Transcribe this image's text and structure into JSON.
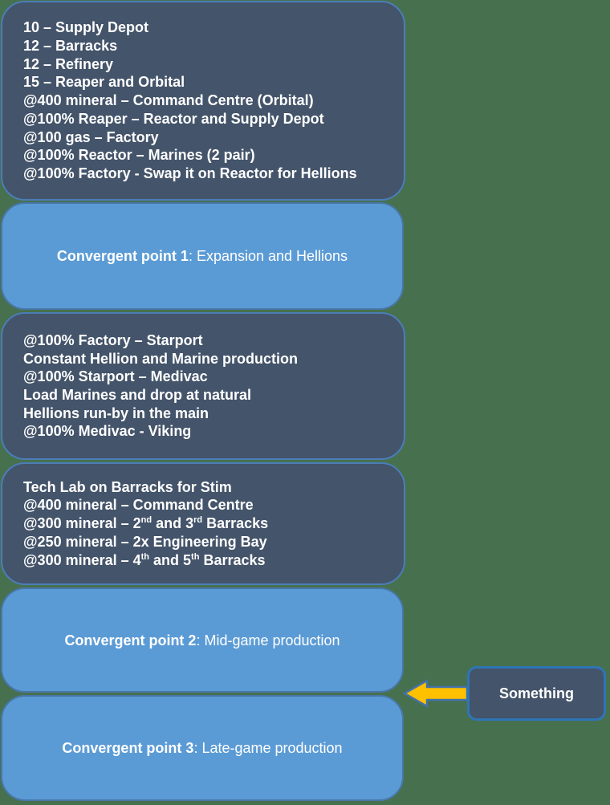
{
  "colors": {
    "background": "#47704F",
    "dark_box_fill": "#44546A",
    "dark_box_border": "#4B7DB8",
    "light_box_fill": "#5B9BD5",
    "light_box_border": "#4877AB",
    "text": "#FFFFFF",
    "arrow_fill": "#FFC000",
    "arrow_outline": "#4472A8",
    "annotation_border": "#2E75B6"
  },
  "boxes": [
    {
      "id": "build-order-opening",
      "type": "dark",
      "lines": [
        "10 – Supply Depot",
        "12 – Barracks",
        "12 – Refinery",
        "15 – Reaper and Orbital",
        "@400 mineral – Command Centre (Orbital)",
        "@100% Reaper – Reactor and Supply Depot",
        "@100 gas – Factory",
        "@100% Reactor – Marines (2 pair)",
        "@100% Factory - Swap it on Reactor for Hellions"
      ]
    },
    {
      "id": "convergent-point-1",
      "type": "light",
      "bold": "Convergent point 1",
      "rest": ": Expansion and Hellions"
    },
    {
      "id": "build-order-midgame",
      "type": "dark",
      "lines": [
        "@100% Factory – Starport",
        "Constant Hellion and Marine production",
        "@100% Starport – Medivac",
        "Load Marines and drop at natural",
        "Hellions run-by in the main",
        "@100% Medivac - Viking"
      ]
    },
    {
      "id": "build-order-tech",
      "type": "dark",
      "lines": [
        "Tech Lab on Barracks for Stim",
        "@400 mineral – Command Centre",
        "@300 mineral – 2^{nd} and 3^{rd} Barracks",
        "@250 mineral – 2x Engineering Bay",
        "@300 mineral – 4^{th} and 5^{th} Barracks"
      ]
    },
    {
      "id": "convergent-point-2",
      "type": "light",
      "bold": "Convergent point 2",
      "rest": ": Mid-game production"
    },
    {
      "id": "convergent-point-3",
      "type": "light",
      "bold": "Convergent point 3",
      "rest": ": Late-game production"
    }
  ],
  "annotation": {
    "label": "Something"
  }
}
